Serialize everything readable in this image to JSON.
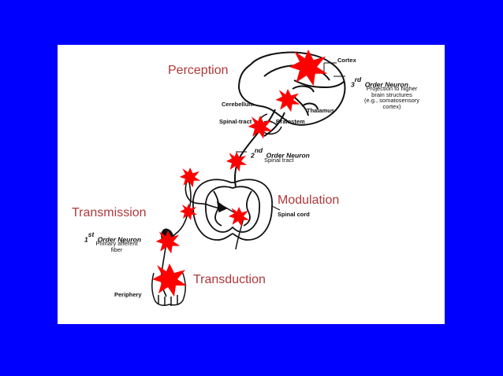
{
  "stages": {
    "perception": "Perception",
    "modulation": "Modulation",
    "transmission": "Transmission",
    "transduction": "Transduction"
  },
  "structures": {
    "cortex": "Cortex",
    "cerebellum": "Cerebellum",
    "thalamus": "Thalamus",
    "spinal_tract_partial": "Spinal-tract",
    "brainstem": "Brainstem",
    "spinal_cord": "Spinal cord",
    "periphery": "Periphery"
  },
  "neurons": {
    "third": {
      "ordinal": "3",
      "suffix": "rd",
      "title": "Order Neuron",
      "description": [
        "Projection to higher",
        "brain structures",
        "(e.g., somatosensory",
        "cortex)"
      ]
    },
    "second": {
      "ordinal": "2",
      "suffix": "nd",
      "title": "Order Neuron",
      "description": [
        "Spinal tract"
      ]
    },
    "first": {
      "ordinal": "1",
      "suffix": "st",
      "title": "Order Neuron",
      "description": [
        "Primary afferent",
        "fiber"
      ]
    }
  },
  "colors": {
    "background": "#0000ff",
    "slide": "#ffffff",
    "stage_label": "#b0383a",
    "burst": "#ff0000"
  }
}
